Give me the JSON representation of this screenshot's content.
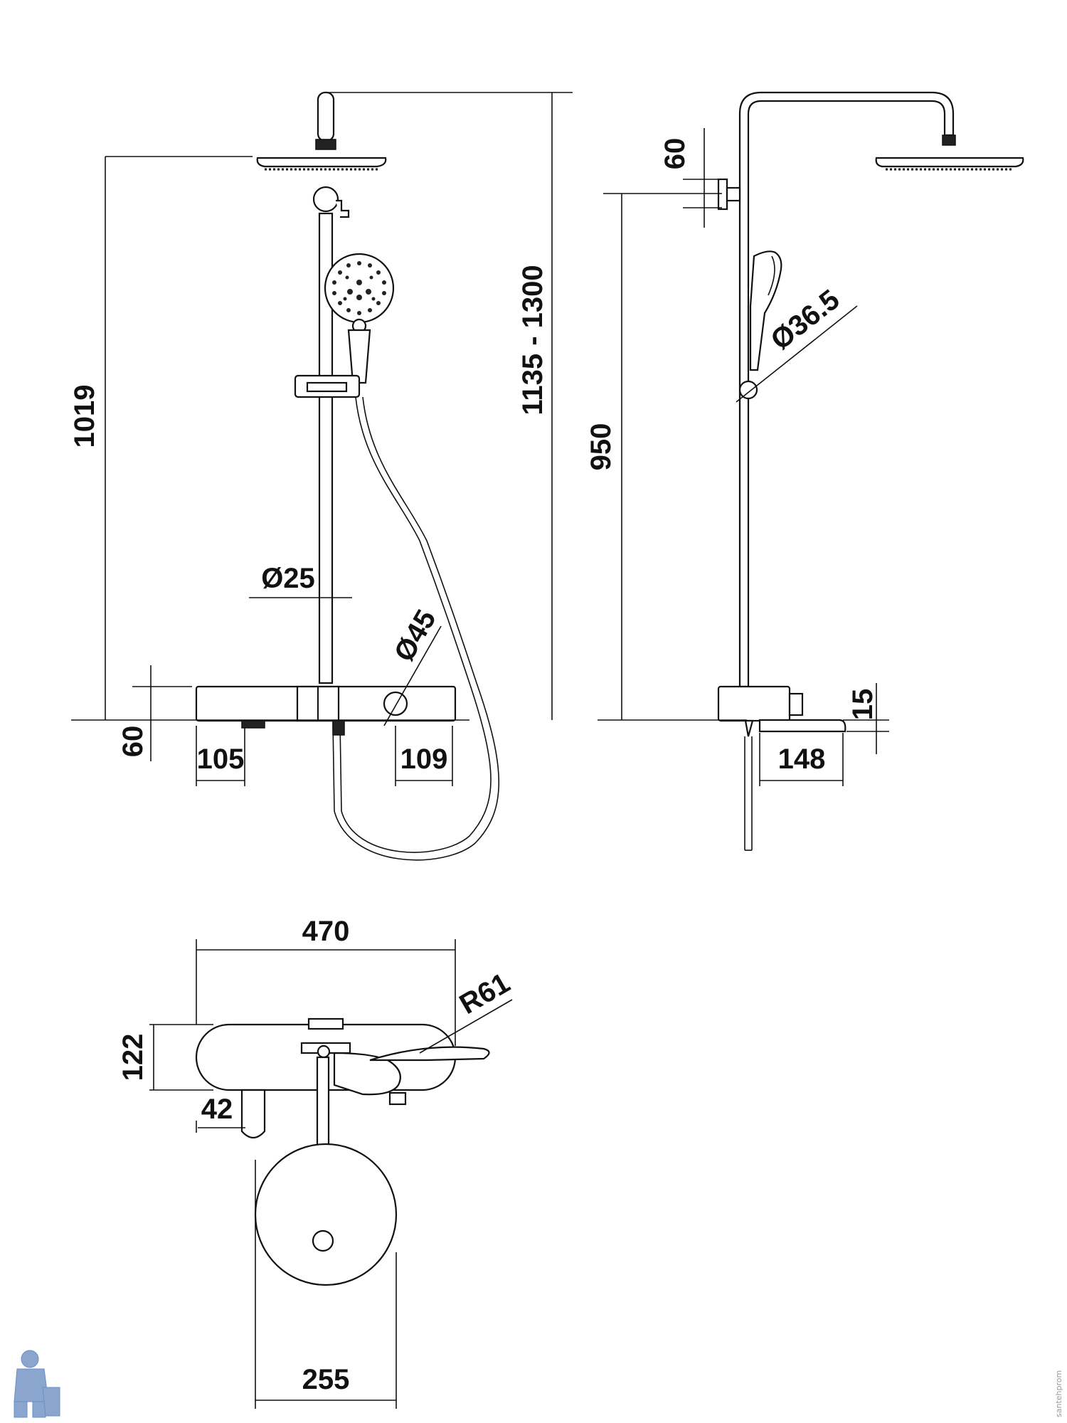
{
  "dimensions": {
    "head_height": "1019",
    "overall_height": "1135 - 1300",
    "rail_diameter": "Ø25",
    "knob_diameter": "Ø45",
    "base_height_left": "60",
    "left_offset": "105",
    "right_offset": "109",
    "side_top_60": "60",
    "side_height": "950",
    "side_diameter": "Ø36.5",
    "side_15": "15",
    "side_148": "148",
    "plan_width": "470",
    "plan_depth": "122",
    "plan_radius": "R61",
    "plan_42": "42",
    "head_width": "255"
  },
  "watermark": {
    "text": "santehprom"
  }
}
